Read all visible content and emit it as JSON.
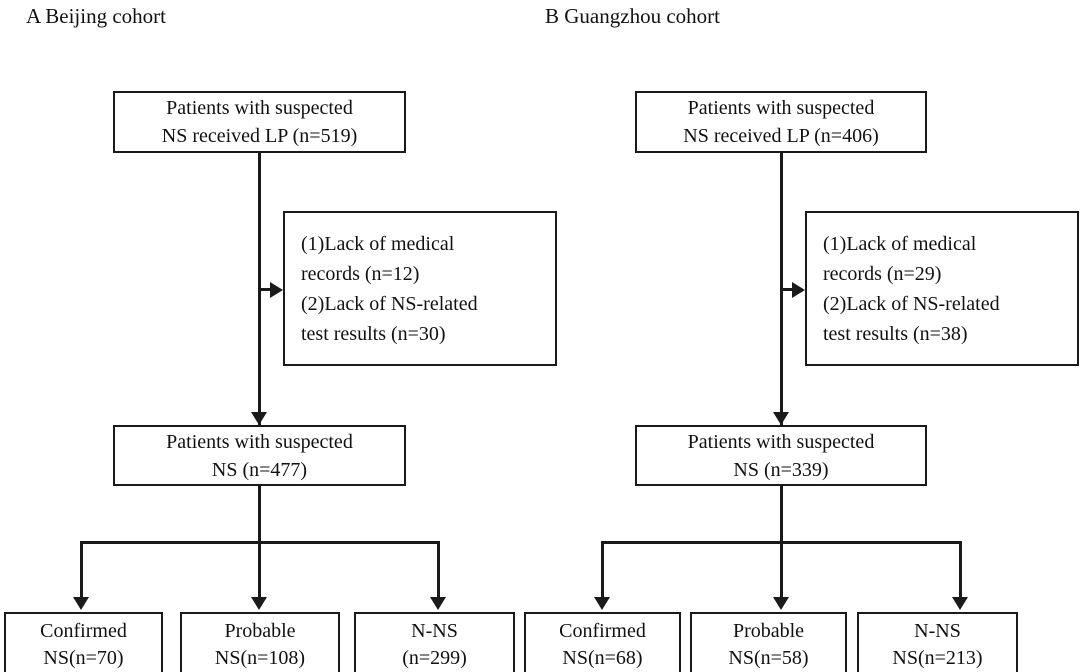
{
  "figure": {
    "type": "flow-diagram",
    "description": "Patient enrollment flow diagram for two cohorts"
  },
  "panels": [
    {
      "id": "panel-a",
      "title": "A Beijing cohort",
      "enrolled": {
        "line1": "Patients with suspected",
        "line2": "NS received LP (n=519)",
        "n": 519
      },
      "excluded": {
        "line1": "(1)Lack of medical",
        "line2": "records (n=12)",
        "line3": "(2)Lack of NS-related",
        "line4": "test results (n=30)",
        "n_missing_records": 12,
        "n_missing_tests": 30
      },
      "included": {
        "line1": "Patients with suspected",
        "line2": "NS (n=477)",
        "n": 477
      },
      "outcomes": [
        {
          "line1": "Confirmed",
          "line2": "NS(n=70)",
          "n": 70
        },
        {
          "line1": "Probable",
          "line2": "NS(n=108)",
          "n": 108
        },
        {
          "line1": "N-NS",
          "line2": "(n=299)",
          "n": 299
        }
      ]
    },
    {
      "id": "panel-b",
      "title": "B Guangzhou cohort",
      "enrolled": {
        "line1": "Patients with suspected",
        "line2": "NS received LP (n=406)",
        "n": 406
      },
      "excluded": {
        "line1": "(1)Lack of medical",
        "line2": "records (n=29)",
        "line3": "(2)Lack of NS-related",
        "line4": "test results (n=38)",
        "n_missing_records": 29,
        "n_missing_tests": 38
      },
      "included": {
        "line1": "Patients with suspected",
        "line2": "NS (n=339)",
        "n": 339
      },
      "outcomes": [
        {
          "line1": "Confirmed",
          "line2": "NS(n=68)",
          "n": 68
        },
        {
          "line1": "Probable",
          "line2": "NS(n=58)",
          "n": 58
        },
        {
          "line1": "N-NS",
          "line2": "NS(n=213)",
          "n": 213
        }
      ]
    }
  ],
  "colors": {
    "stroke": "#1a1a1a",
    "background": "#ffffff",
    "text": "#111111"
  }
}
